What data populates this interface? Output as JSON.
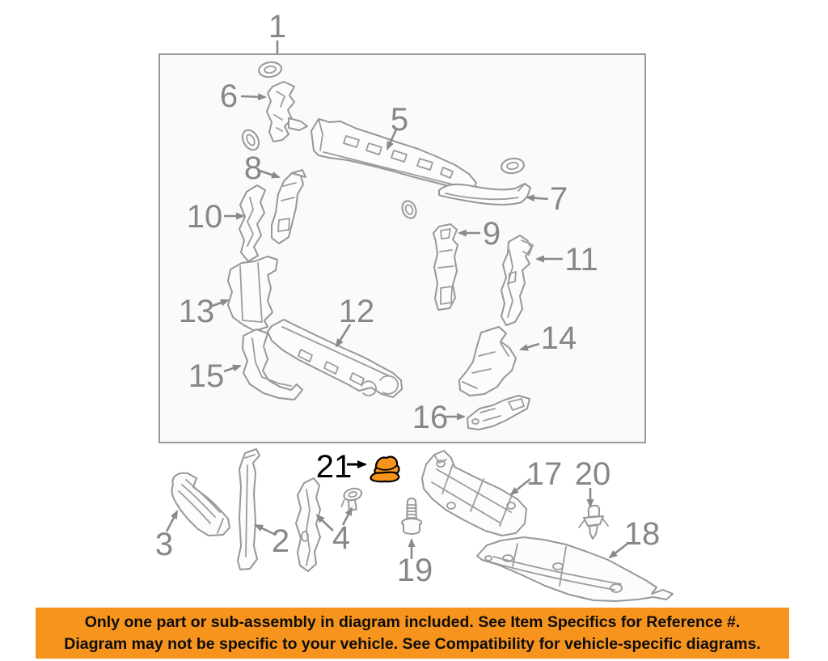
{
  "diagram": {
    "description": "Radiator support exploded parts diagram",
    "labels": {
      "p1": "1",
      "p2": "2",
      "p3": "3",
      "p4": "4",
      "p5": "5",
      "p6": "6",
      "p7": "7",
      "p8": "8",
      "p9": "9",
      "p10": "10",
      "p11": "11",
      "p12": "12",
      "p13": "13",
      "p14": "14",
      "p15": "15",
      "p16": "16",
      "p17": "17",
      "p18": "18",
      "p19": "19",
      "p20": "20",
      "p21": "21"
    },
    "highlighted_part": "21",
    "colors": {
      "line_gray": "#979797",
      "label_gray": "#878787",
      "highlight_orange": "#F7941D",
      "highlight_label": "#000000"
    }
  },
  "banner": {
    "line1": "Only one part or sub-assembly in diagram included. See Item Specifics for Reference #.",
    "line2": "Diagram may not be specific to your vehicle. See Compatibility for vehicle-specific diagrams.",
    "background": "#F7941E",
    "text_color": "#0d0d0d"
  }
}
